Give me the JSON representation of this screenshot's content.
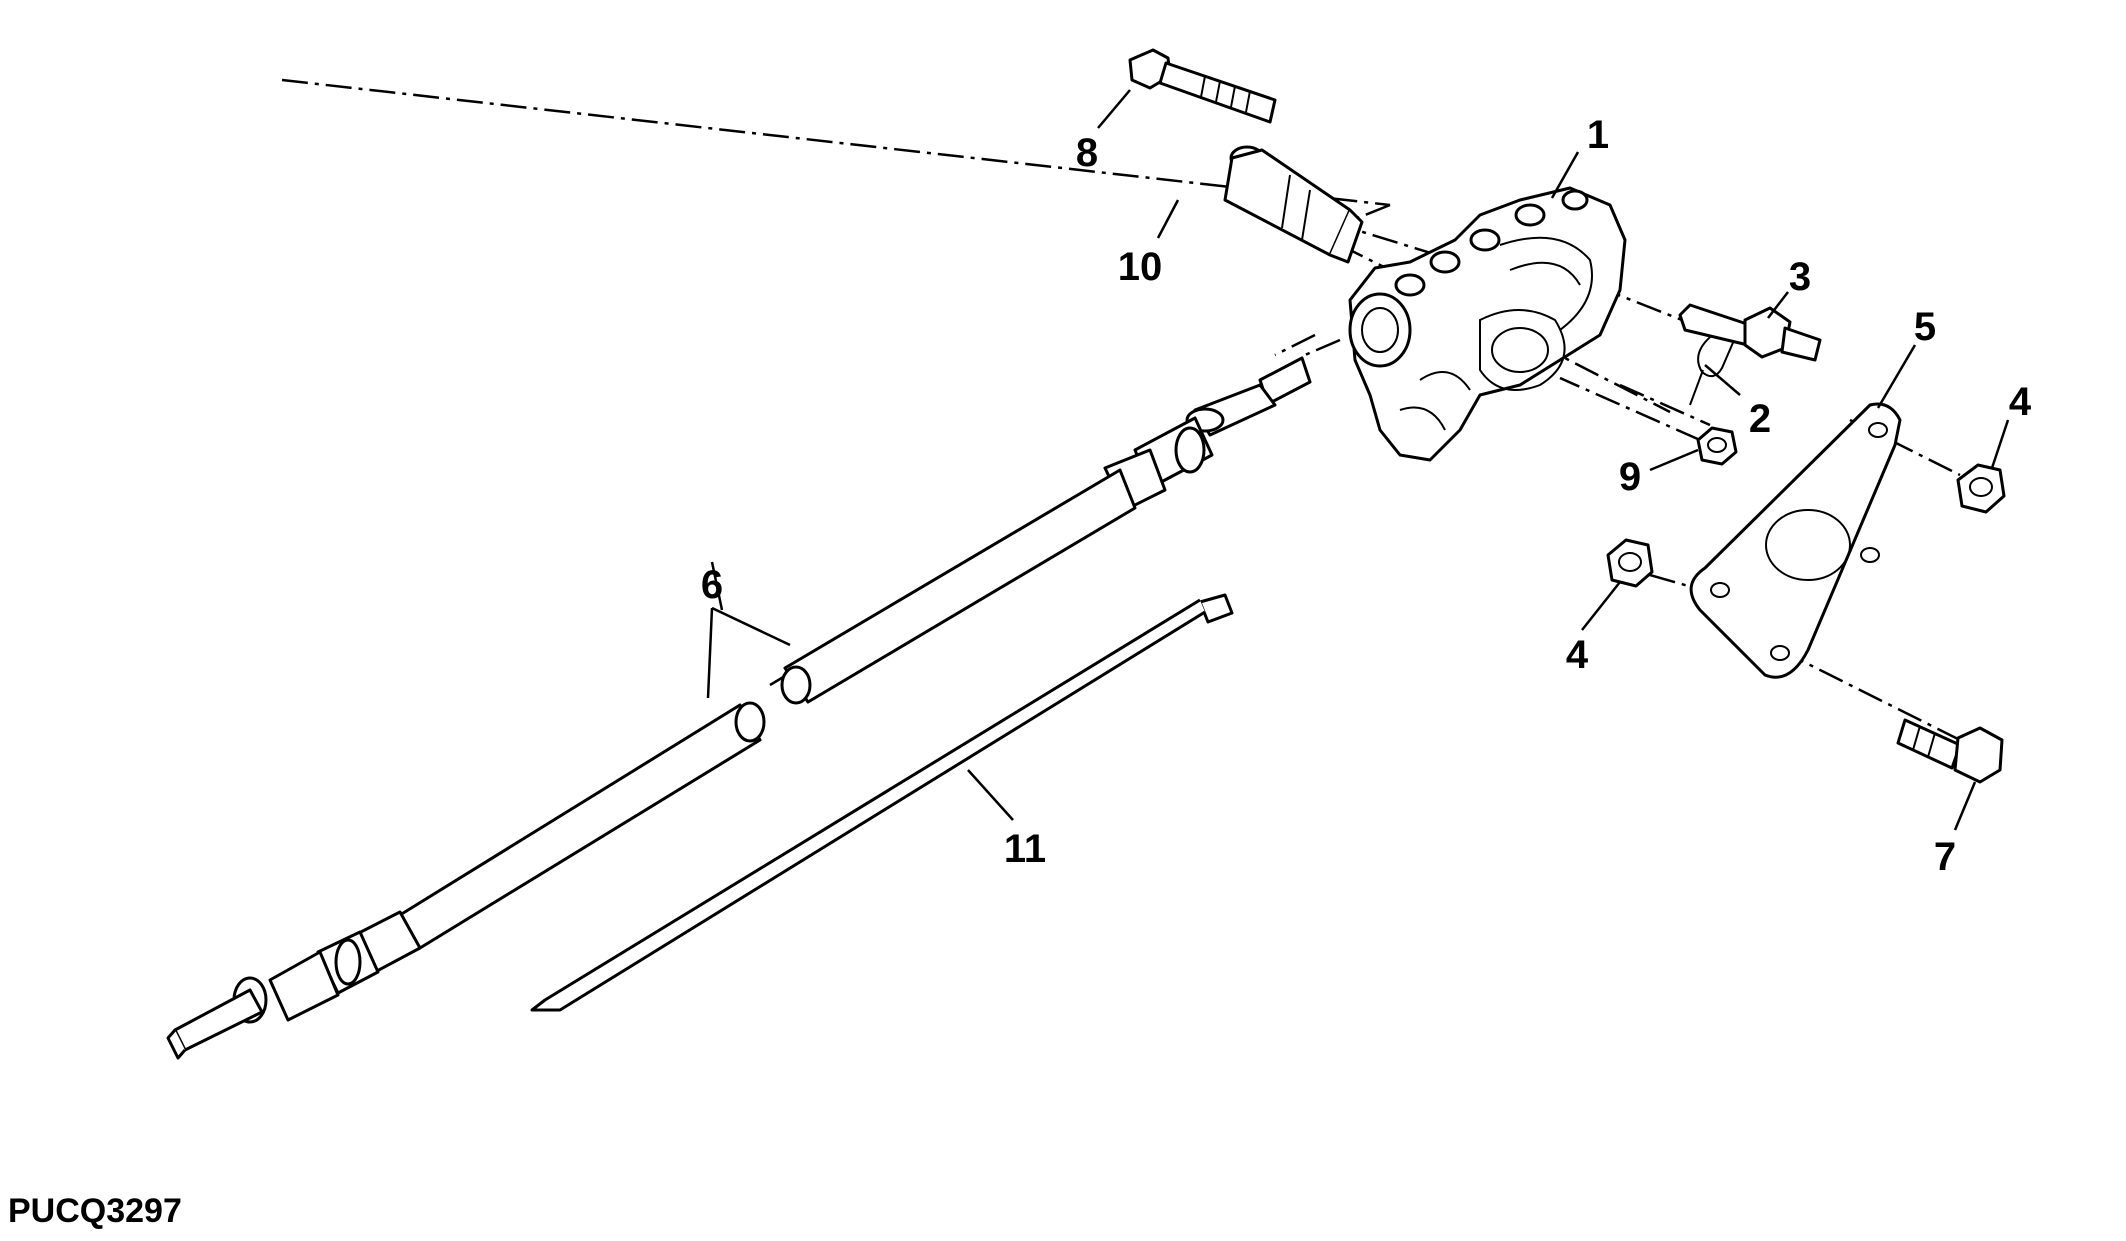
{
  "figure_code": "PUCQ3297",
  "callouts": {
    "c1": "1",
    "c2": "2",
    "c3": "3",
    "c4a": "4",
    "c4b": "4",
    "c5": "5",
    "c6": "6",
    "c7": "7",
    "c8": "8",
    "c9": "9",
    "c10": "10",
    "c11": "11"
  }
}
